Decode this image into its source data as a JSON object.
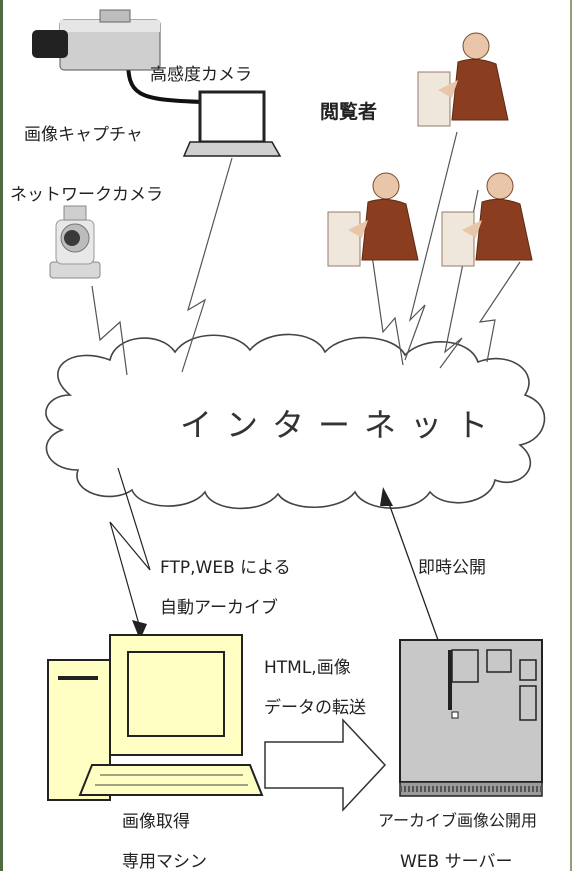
{
  "labels": {
    "hd_camera": "高感度カメラ",
    "image_capture": "画像キャプチャ",
    "network_camera": "ネットワークカメラ",
    "viewers": "閲覧者",
    "internet": "インターネット",
    "ftp_line1": "FTP,WEB による",
    "ftp_line2": "自動アーカイブ",
    "publish": "即時公開",
    "html_line1": "HTML,画像",
    "html_line2": "データの転送",
    "pc_line1": "画像取得",
    "pc_line2": "専用マシン",
    "server_line1": "アーカイブ画像公開用",
    "server_line2": "WEB サーバー"
  },
  "colors": {
    "monitor_fill": "#ffffc4",
    "server_fill": "#c8c8c8",
    "person_skin": "#e9c6a9",
    "person_suit": "#8a3e1f"
  }
}
